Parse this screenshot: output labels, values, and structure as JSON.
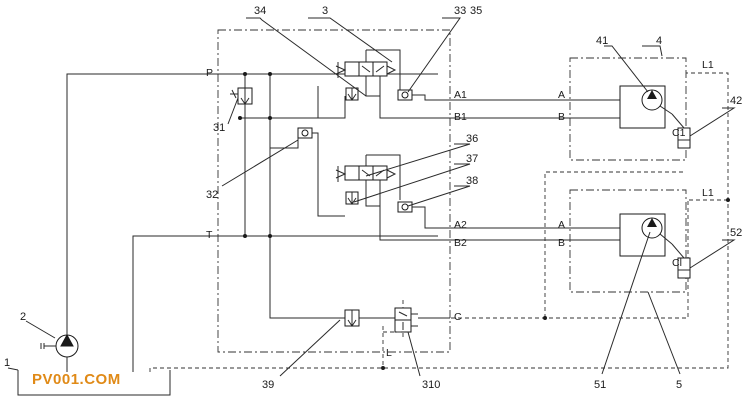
{
  "watermark": "PV001.COM",
  "colors": {
    "line": "#2a2a2a",
    "watermark": "#e08a17",
    "background": "#ffffff"
  },
  "ports": {
    "P": "P",
    "T": "T",
    "A1": "A1",
    "B1": "B1",
    "A2": "A2",
    "B2": "B2",
    "C": "C",
    "L": "L",
    "motor1_A": "A",
    "motor1_B": "B",
    "motor1_L1": "L1",
    "motor1_C1": "C1",
    "motor2_A": "A",
    "motor2_B": "B",
    "motor2_L1": "L1",
    "motor2_C1": "Cl"
  },
  "callouts": {
    "c1": "1",
    "c2": "2",
    "c3": "3",
    "c4": "4",
    "c5": "5",
    "c31": "31",
    "c32": "32",
    "c33": "33",
    "c34": "34",
    "c35": "35",
    "c36": "36",
    "c37": "37",
    "c38": "38",
    "c39": "39",
    "c310": "310",
    "c41": "41",
    "c42": "42",
    "c51": "51",
    "c52": "52"
  }
}
